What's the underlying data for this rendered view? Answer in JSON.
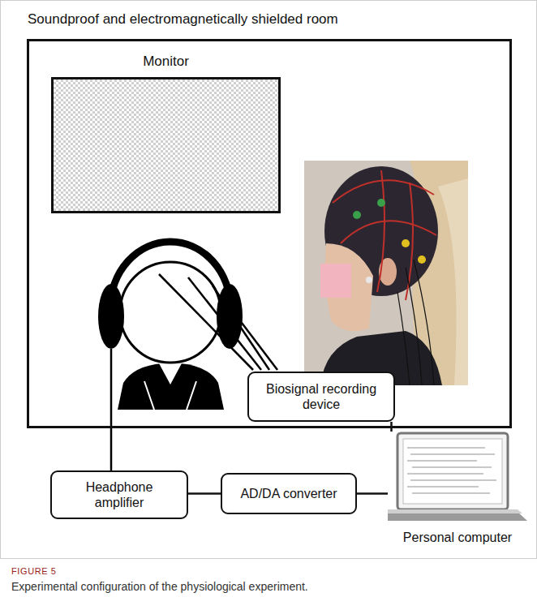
{
  "diagram": {
    "caption": "Experimental configuration of the physiological experiment.",
    "nodes": [
      {
        "text": [
          "Soundproof and electromagnetically shielded room"
        ]
      },
      {
        "text": [
          "Monitor"
        ],
        "in": 0
      },
      {
        "text": [
          "Biosignal recording device"
        ],
        "in": 0
      },
      {
        "text": [
          "Headphone amplifier"
        ]
      },
      {
        "text": [
          "AD/DA converter"
        ]
      },
      {
        "text": [
          "Personal computer"
        ]
      }
    ],
    "edges": [
      {
        "from": 3,
        "to": 4,
        "arrow": "none"
      },
      {
        "from": 4,
        "to": 5,
        "arrow": "none"
      },
      {
        "from": 2,
        "to": 5,
        "arrow": "none"
      }
    ],
    "labels": [
      "FIGURE 5"
    ]
  }
}
